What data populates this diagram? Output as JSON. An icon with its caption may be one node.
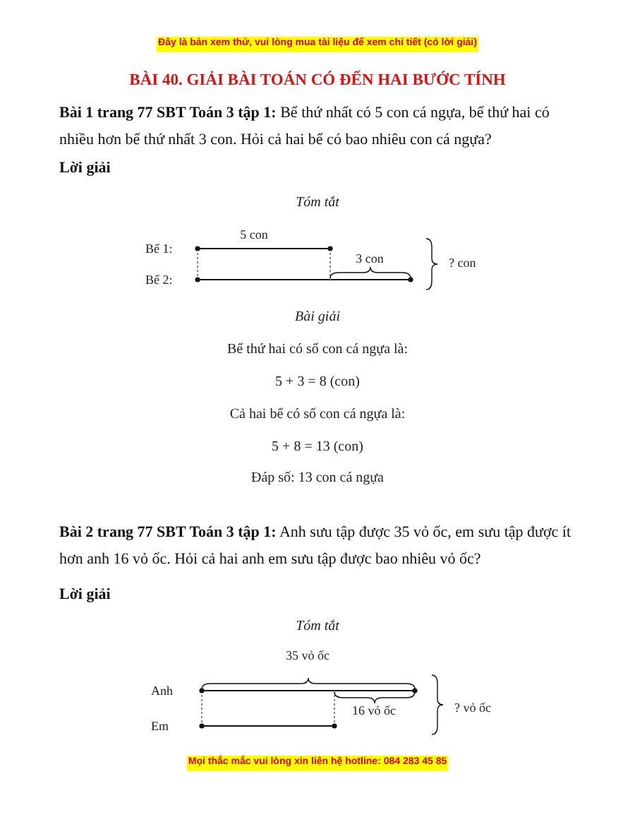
{
  "diagram": {
    "title": "BÀI 40. GIẢI BÀI TOÁN CÓ ĐẾN HAI BƯỚC TÍNH",
    "labels": [
      "Đây là bản xem thử, vui lòng mua tài liệu để xem chi tiết (có lời giải)",
      "**Bài 1 trang 77 SBT Toán 3 tập 1:** Bể thứ nhất có 5 con cá ngựa, bể thứ hai có nhiều hơn bể thứ nhất 3 con. Hỏi cả hai bể có bao nhiêu con cá ngựa?",
      "Lời giải",
      "Tóm tắt",
      "5 con",
      "Bể 1:",
      "3 con",
      "? con",
      "Bể 2:",
      "Bài giải",
      "Bể thứ hai có số con cá ngựa là:",
      "5 + 3 = 8 (con)",
      "Cả hai bể có số con cá ngựa là:",
      "5 + 8 = 13 (con)",
      "Đáp số: 13 con cá ngựa",
      "**Bài 2 trang 77 SBT Toán 3 tập 1:** Anh sưu tập được 35 vỏ ốc, em sưu tập được ít hơn anh 16 vỏ ốc. Hỏi cả hai anh em sưu tập được bao nhiêu vỏ ốc?",
      "Lời giải",
      "Tóm tắt",
      "35 vỏ ốc",
      "Anh",
      "16 vỏ ốc",
      "? vỏ ốc",
      "Em",
      "Mọi thắc mắc vui lòng xin liên hệ hotline: 084 283 45 85"
    ]
  }
}
